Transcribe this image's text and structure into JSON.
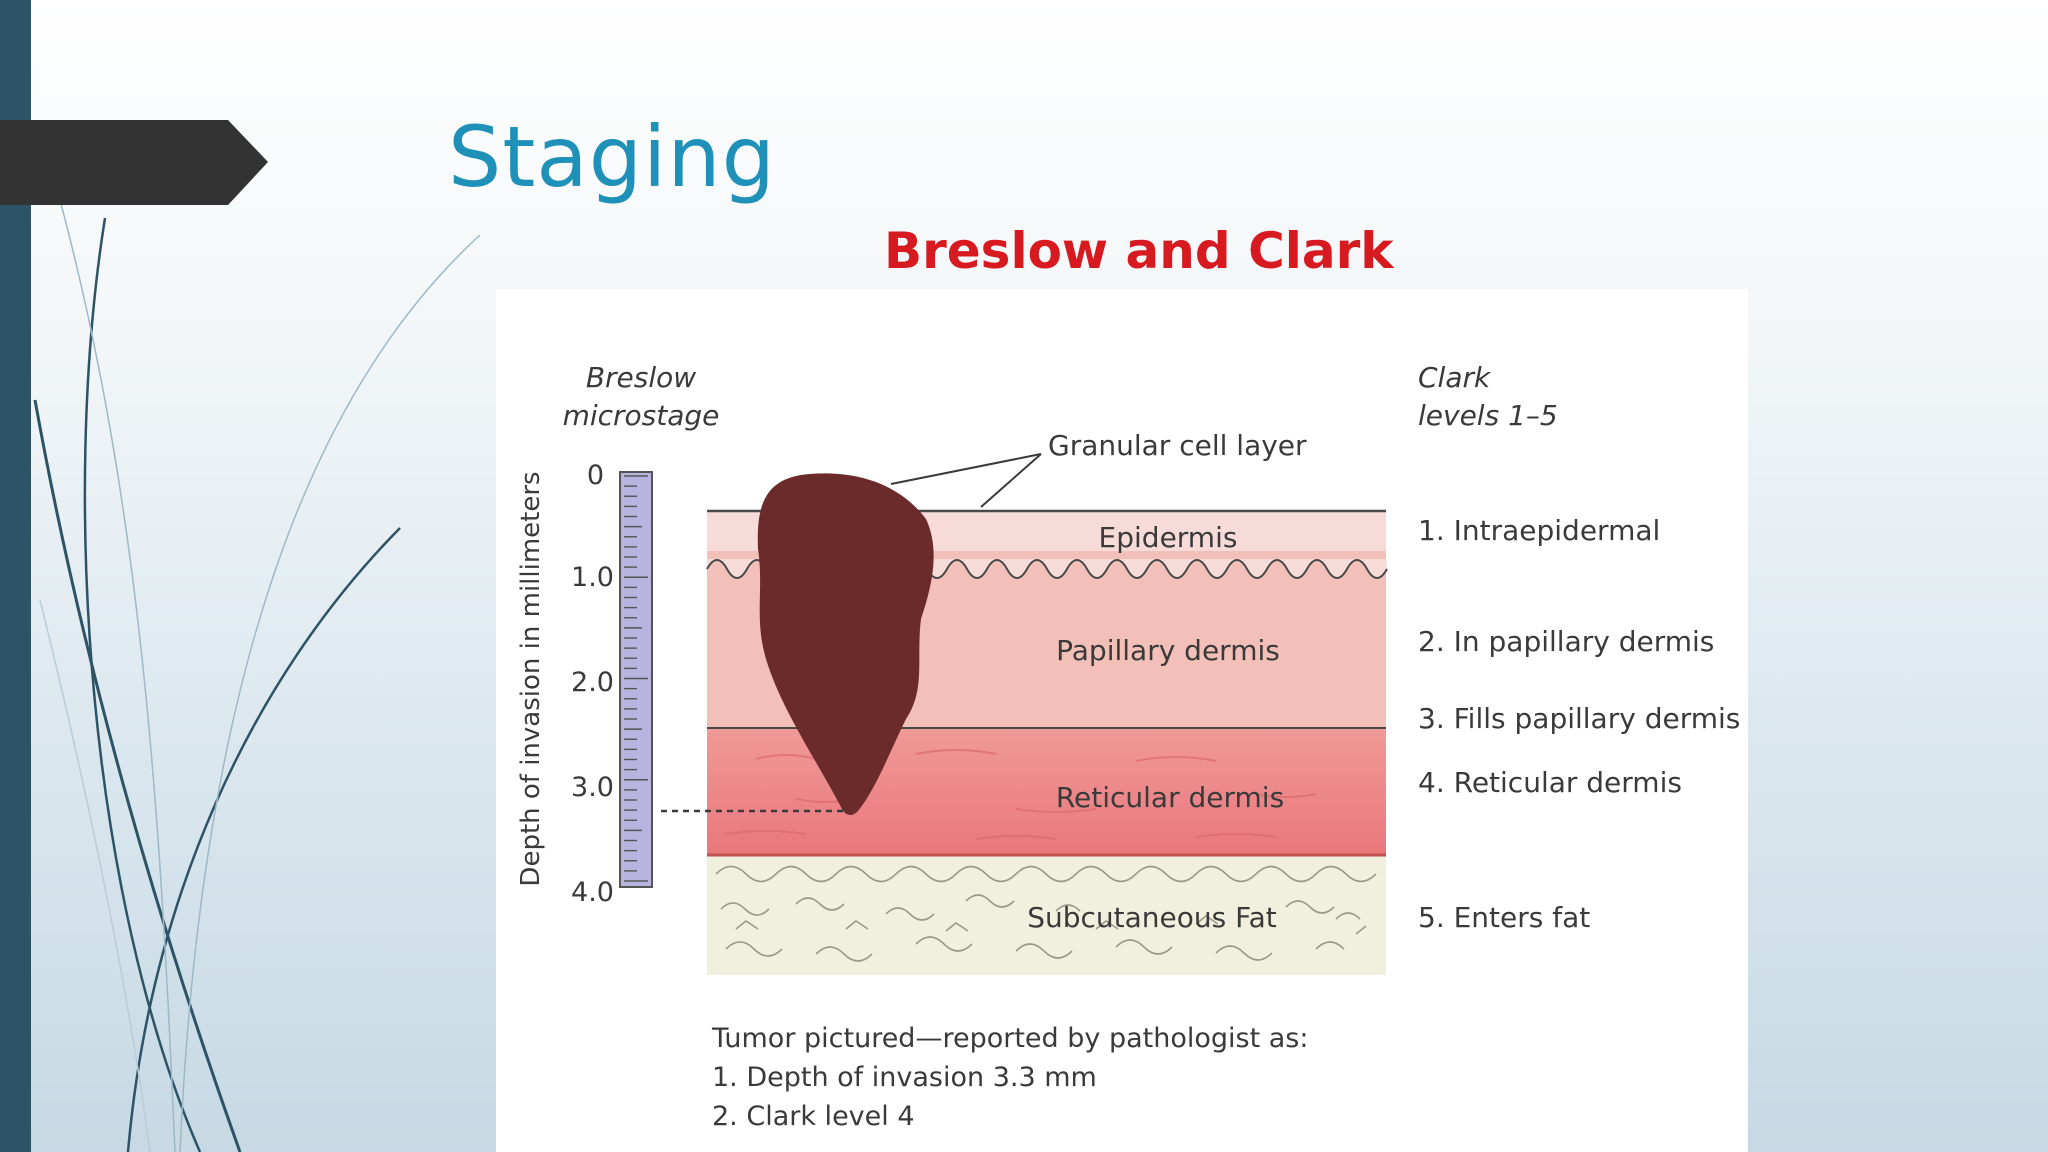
{
  "slide": {
    "title": "Staging",
    "subtitle": "Breslow and Clark"
  },
  "diagram": {
    "breslow_header": [
      "Breslow",
      "microstage"
    ],
    "clark_header": [
      "Clark",
      "levels 1–5"
    ],
    "depth_axis_label": "Depth of invasion in millimeters",
    "depth_ticks": [
      "0",
      "1.0",
      "2.0",
      "3.0",
      "4.0"
    ],
    "layers": {
      "granular": "Granular cell layer",
      "epidermis": "Epidermis",
      "papillary": "Papillary dermis",
      "reticular": "Reticular dermis",
      "fat": "Subcutaneous Fat"
    },
    "clark_levels": [
      "1. Intraepidermal",
      "2. In papillary dermis",
      "3. Fills papillary dermis",
      "4. Reticular dermis",
      "5. Enters fat"
    ],
    "report": [
      "Tumor pictured—reported by pathologist as:",
      "1. Depth of invasion 3.3 mm",
      "2. Clark level 4"
    ]
  },
  "colors": {
    "title": "#1f91b8",
    "subtitle": "#d71920",
    "tumor": "#6b2b2b",
    "reticular": "#ee8a8c",
    "ruler": "#b8b3df"
  }
}
